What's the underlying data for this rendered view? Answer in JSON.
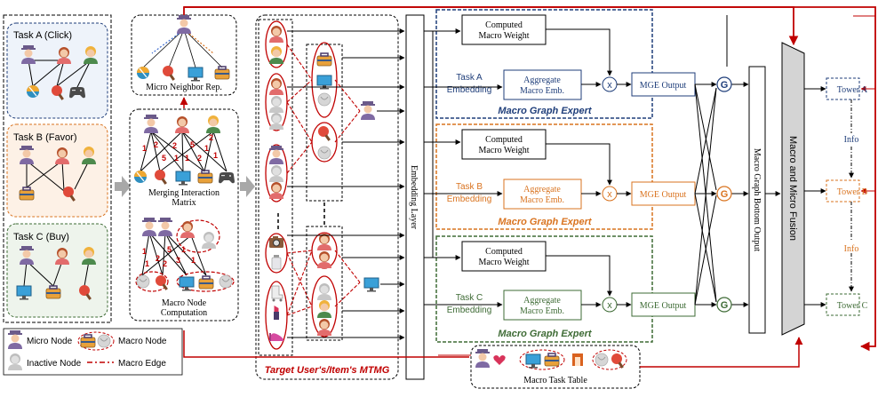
{
  "tasks": {
    "a": "Task A (Click)",
    "b": "Task B (Favor)",
    "c": "Task C (Buy)"
  },
  "center": {
    "micro_rep": "Micro Neighbor Rep.",
    "merge_line1": "Merging Interaction",
    "merge_line2": "Matrix",
    "macro_line1": "Macro Node",
    "macro_line2": "Computation",
    "edge_weights_top": [
      "1",
      "2",
      "5",
      "2",
      "1",
      "1",
      "5",
      "1",
      "2",
      "1",
      "2"
    ],
    "edge_weights_bottom": [
      "1",
      "2",
      "5",
      "3",
      "1",
      "2",
      "1",
      "1"
    ]
  },
  "mtmg": {
    "label": "Target User's/Item's MTMG"
  },
  "embedding_layer": "Embedding Layer",
  "experts": [
    {
      "weight1": "Computed",
      "weight2": "Macro Weight",
      "task1": "Task A",
      "task2": "Embedding",
      "agg1": "Aggregate",
      "agg2": "Macro Emb.",
      "output": "MGE Output",
      "title": "Macro Graph Expert",
      "op": "x",
      "gate": "G",
      "color": "#1f3e7a"
    },
    {
      "weight1": "Computed",
      "weight2": "Macro Weight",
      "task1": "Task B",
      "task2": "Embedding",
      "agg1": "Aggregate",
      "agg2": "Macro Emb.",
      "output": "MGE Output",
      "title": "Macro Graph Expert",
      "op": "x",
      "gate": "G",
      "color": "#d9731f"
    },
    {
      "weight1": "Computed",
      "weight2": "Macro Weight",
      "task1": "Task C",
      "task2": "Embedding",
      "agg1": "Aggregate",
      "agg2": "Macro Emb.",
      "output": "MGE Output",
      "title": "Macro Graph Expert",
      "op": "x",
      "gate": "G",
      "color": "#3e6b35"
    }
  ],
  "bottom_output": "Macro Graph Bottom Output",
  "fusion": "Macro and Micro Fusion",
  "towers": [
    "Tower A",
    "Tower B",
    "Tower C"
  ],
  "info": [
    "Info",
    "Info"
  ],
  "legend": {
    "micro": "Micro Node",
    "macro": "Macro Node",
    "inactive": "Inactive Node",
    "edge": "Macro Edge"
  },
  "macro_task_table": "Macro Task Table",
  "colors": {
    "red": "#c00000",
    "blue": "#1f3e7a",
    "orange": "#d9731f",
    "green": "#3e6b35"
  }
}
